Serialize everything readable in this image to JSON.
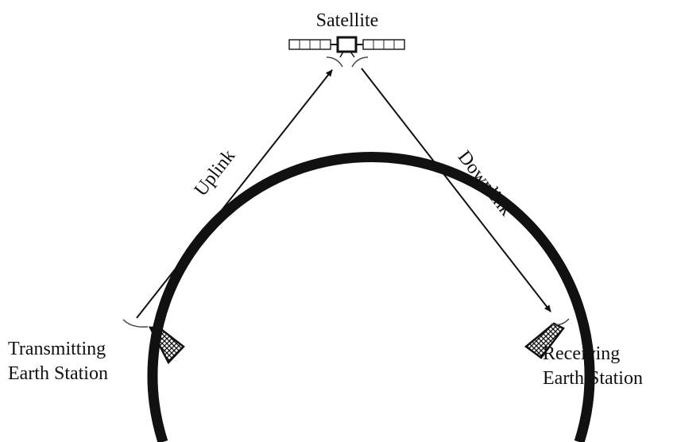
{
  "diagram": {
    "satellite_label": "Satellite",
    "uplink_label": "Uplink",
    "downlink_label": "Downlink",
    "transmitting_station": {
      "line1": "Transmitting",
      "line2": "Earth Station"
    },
    "receiving_station": {
      "line1": "Receiving",
      "line2": "Earth Station"
    }
  },
  "colors": {
    "stroke": "#111111",
    "background": "#ffffff"
  }
}
